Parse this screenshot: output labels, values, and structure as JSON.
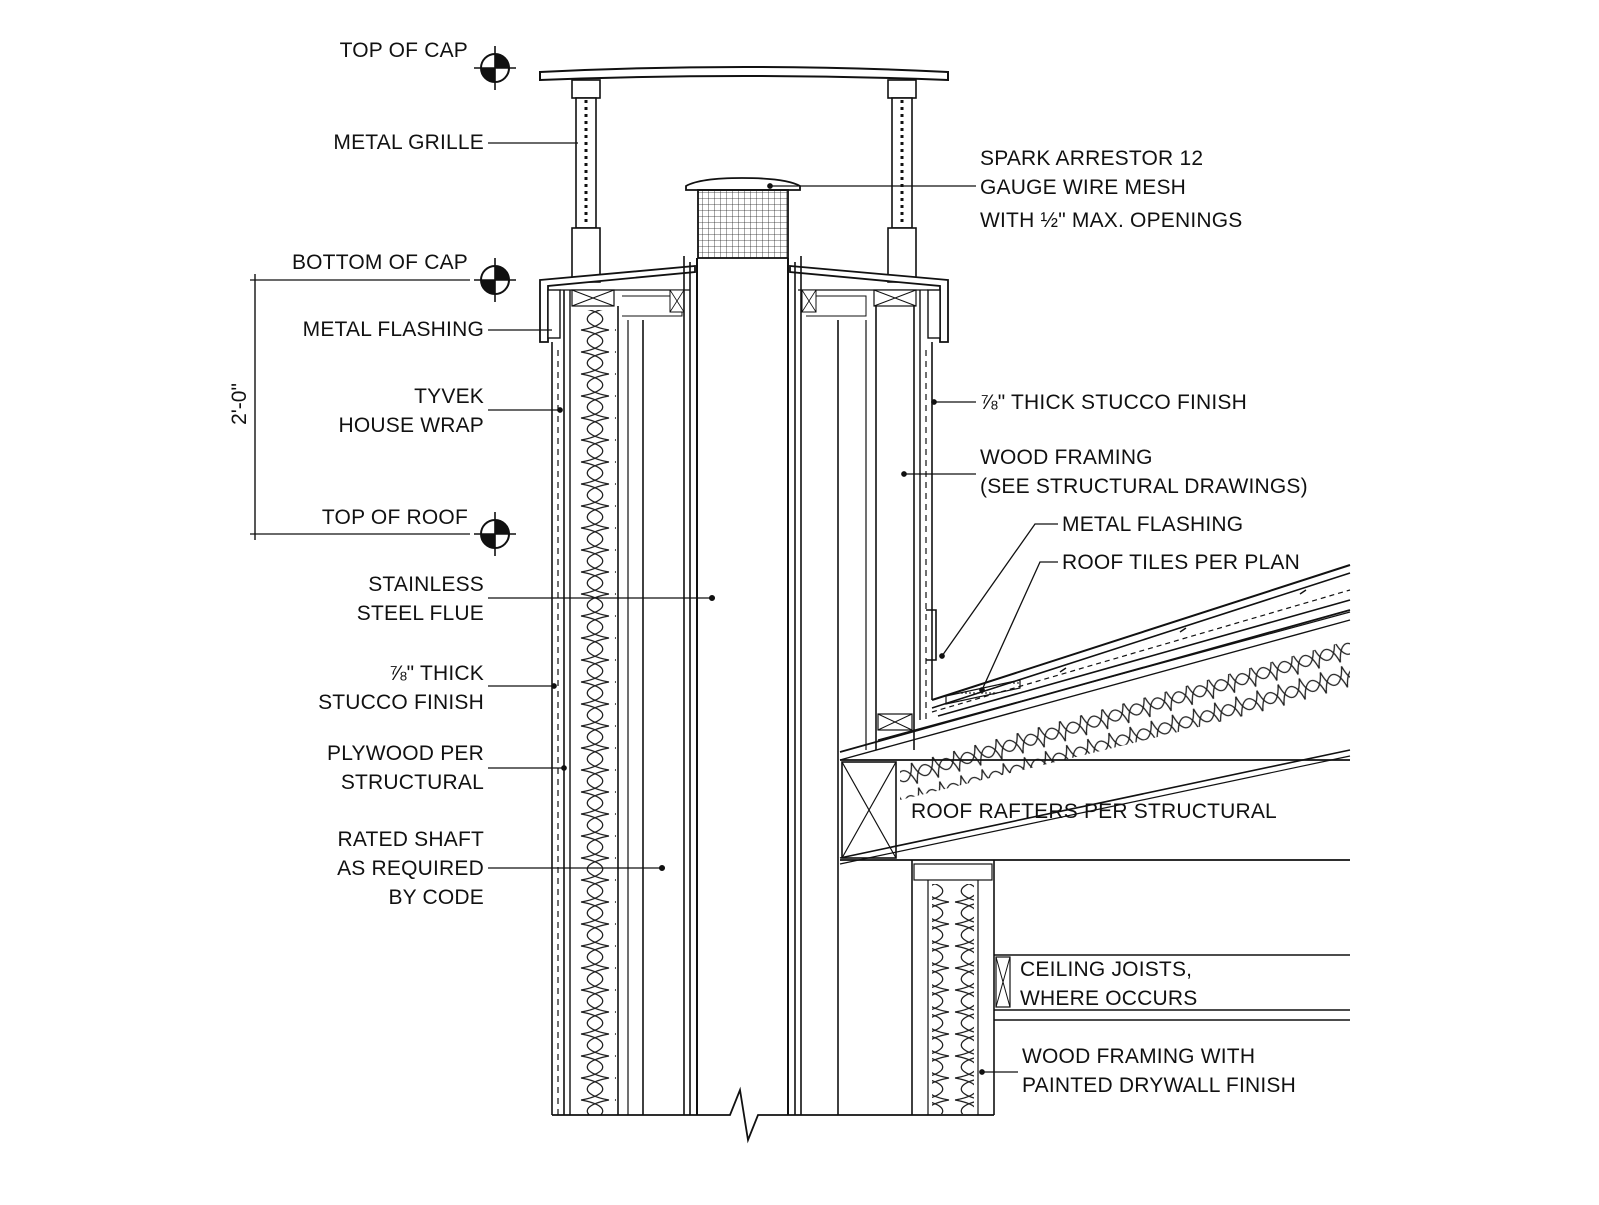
{
  "labels": {
    "top_of_cap": "TOP OF CAP",
    "metal_grille": "METAL GRILLE",
    "bottom_of_cap": "BOTTOM OF CAP",
    "metal_flashing_left": "METAL FLASHING",
    "tyvek_1": "TYVEK",
    "tyvek_2": "HOUSE WRAP",
    "top_of_roof": "TOP OF ROOF",
    "flue_1": "STAINLESS",
    "flue_2": "STEEL FLUE",
    "stucco_left_1": "⅞\" THICK",
    "stucco_left_2": "STUCCO FINISH",
    "plywood_1": "PLYWOOD PER",
    "plywood_2": "STRUCTURAL",
    "shaft_1": "RATED SHAFT",
    "shaft_2": "AS REQUIRED",
    "shaft_3": "BY CODE",
    "spark_1": "SPARK ARRESTOR 12",
    "spark_2": "GAUGE WIRE MESH",
    "spark_3": "WITH ½\" MAX. OPENINGS",
    "stucco_right": "⅞\" THICK STUCCO FINISH",
    "wood_framing_1": "WOOD FRAMING",
    "wood_framing_2": "(SEE STRUCTURAL DRAWINGS)",
    "metal_flashing_right": "METAL FLASHING",
    "roof_tiles": "ROOF TILES PER PLAN",
    "rafters": "ROOF RAFTERS PER STRUCTURAL",
    "ceiling_1": "CEILING JOISTS,",
    "ceiling_2": "WHERE OCCURS",
    "drywall_1": "WOOD FRAMING WITH",
    "drywall_2": "PAINTED DRYWALL FINISH"
  },
  "dimension": "2'-0\""
}
